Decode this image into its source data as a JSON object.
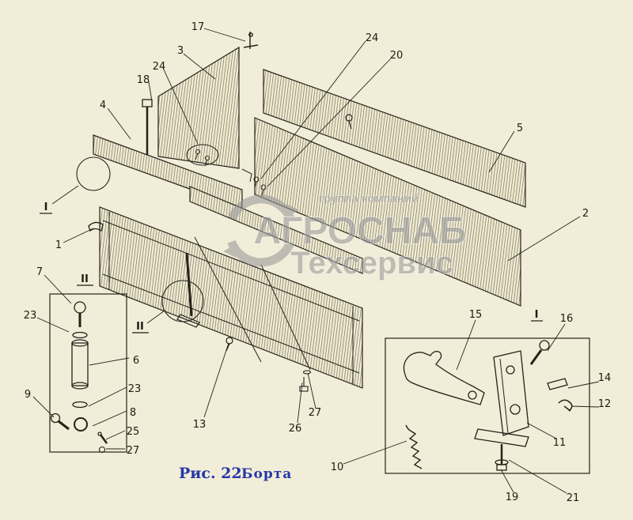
{
  "figure": {
    "caption_number": "Рис. 22",
    "caption_title": "Борта"
  },
  "watermark": {
    "company_small": "группа компаний",
    "company_main": "АГРОСНАБ",
    "company_sub": "Техсервис"
  },
  "callouts": {
    "c17": "17",
    "c3": "3",
    "c24a": "24",
    "c18": "18",
    "c4": "4",
    "c24b": "24",
    "c20": "20",
    "c5": "5",
    "c2": "2",
    "cI_main": "I",
    "c1": "1",
    "c7": "7",
    "cII_box": "II",
    "c23a": "23",
    "c9": "9",
    "cII_main": "II",
    "c6": "6",
    "c23b": "23",
    "c8": "8",
    "c25": "25",
    "c27a": "27",
    "c13": "13",
    "c26": "26",
    "c27b": "27",
    "c15": "15",
    "cI_box": "I",
    "c16": "16",
    "c14": "14",
    "c12": "12",
    "c11": "11",
    "c10": "10",
    "c19": "19",
    "c21": "21"
  }
}
